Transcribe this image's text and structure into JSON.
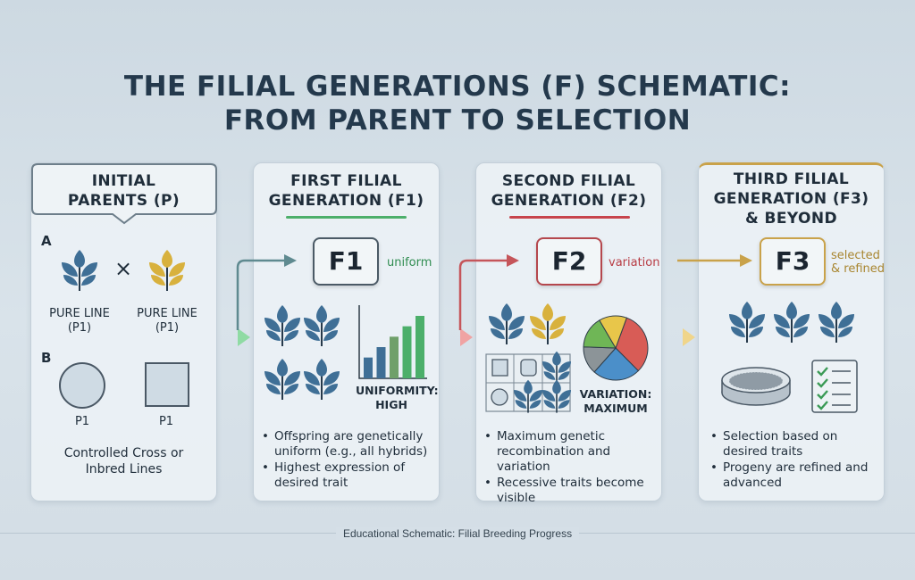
{
  "title": {
    "line1": "THE FILIAL GENERATIONS (F) SCHEMATIC:",
    "line2": "FROM PARENT TO SELECTION"
  },
  "parents": {
    "heading_line1": "INITIAL",
    "heading_line2": "PARENTS (P)",
    "row_a": "A",
    "row_b": "B",
    "plant_label_line1": "PURE LINE",
    "plant_label_line2": "(P1)",
    "cross_symbol": "×",
    "shape_label": "P1",
    "caption_line1": "Controlled Cross or",
    "caption_line2": "Inbred Lines",
    "colors": {
      "plant_blue": "#3f6f96",
      "plant_gold": "#d8b13d"
    }
  },
  "f1": {
    "heading_line1": "FIRST FILIAL",
    "heading_line2": "GENERATION (F1)",
    "box": "F1",
    "note": "uniform",
    "chart_label_line1": "UNIFORMITY:",
    "chart_label_line2": "HIGH",
    "bullets": [
      "Offspring are genetically uniform (e.g., all hybrids)",
      "Highest expression of desired trait"
    ],
    "accent": "#4caf6a",
    "chart_data": {
      "type": "bar",
      "values": [
        2,
        3,
        4,
        5,
        6
      ],
      "colors": [
        "#3f6f96",
        "#3f6f96",
        "#6fa06a",
        "#4caf6a",
        "#4caf6a"
      ]
    }
  },
  "f2": {
    "heading_line1": "SECOND FILIAL",
    "heading_line2": "GENERATION (F2)",
    "box": "F2",
    "note": "variation",
    "chart_label_line1": "VARIATION:",
    "chart_label_line2": "MAXIMUM",
    "bullets": [
      "Maximum genetic recombination and variation",
      "Recessive traits become visible"
    ],
    "accent": "#c7444c",
    "chart_data": {
      "type": "pie",
      "values": [
        32,
        24,
        14,
        16,
        14
      ],
      "colors": [
        "#d85c56",
        "#4b8fc9",
        "#8c9498",
        "#6fb656",
        "#e8c64a"
      ]
    }
  },
  "f3": {
    "heading_line1": "THIRD FILIAL",
    "heading_line2": "GENERATION (F3)",
    "heading_line3": "& BEYOND",
    "box": "F3",
    "note_line1": "selected",
    "note_line2": "& refined",
    "bullets": [
      "Selection based on desired traits",
      "Progeny are refined and advanced"
    ],
    "accent": "#c9a24a"
  },
  "footer": "Educational Schematic: Filial Breeding Progress"
}
